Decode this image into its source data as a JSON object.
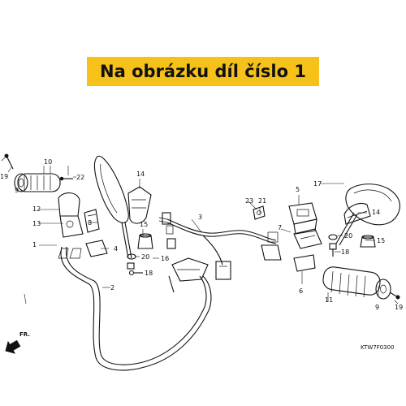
{
  "banner": {
    "text": "Na obrázku díl číslo 1",
    "color": "#f6c21a"
  },
  "diagram_code": "KTW7F0300",
  "direction_label": "FR.",
  "callouts": [
    "1",
    "2",
    "3",
    "4",
    "5",
    "6",
    "7",
    "8",
    "9",
    "10",
    "11",
    "12",
    "13",
    "14",
    "15",
    "16",
    "17",
    "18",
    "19",
    "20",
    "21",
    "22",
    "23"
  ]
}
